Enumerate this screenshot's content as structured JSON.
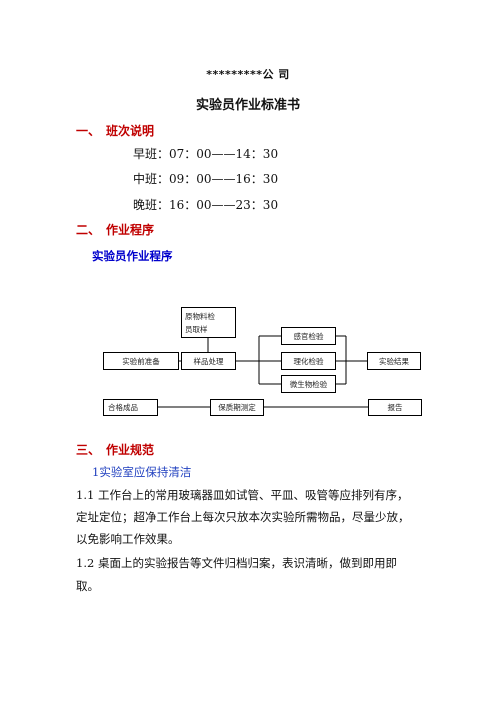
{
  "header": {
    "company": "*********公 司",
    "title": "实验员作业标准书"
  },
  "section1": {
    "number": "一、",
    "heading": "班次说明",
    "shifts": [
      "早班：07：00——14：30",
      "中班：09：00——16：30",
      "晚班：16：00——23：30"
    ]
  },
  "section2": {
    "number": "二、",
    "heading": "作业程序",
    "subheading": "实验员作业程序"
  },
  "flowchart": {
    "raw_material_line1": "原物料检",
    "raw_material_line2": "员取样",
    "pre_experiment": "实验前准备",
    "sample_processing": "样品处理",
    "sensory_test": "感官检验",
    "physchem_test": "理化检验",
    "micro_test": "微生物检验",
    "results": "实验结果",
    "qualified_product": "合格成品",
    "shelf_life": "保质期测定",
    "report": "报告"
  },
  "section3": {
    "number": "三、",
    "heading": "作业规范",
    "item1_title": "1实验室应保持清洁",
    "p1_1_line1": "1.1 工作台上的常用玻璃器皿如试管、平皿、吸管等应排列有序，",
    "p1_1_line2": "定址定位；超净工作台上每次只放本次实验所需物品，尽量少放，",
    "p1_1_line3": "以免影响工作效果。",
    "p1_2_line1": "1.2 桌面上的实验报告等文件归档归案，表识清晰，做到即用即",
    "p1_2_line2": "取。"
  }
}
